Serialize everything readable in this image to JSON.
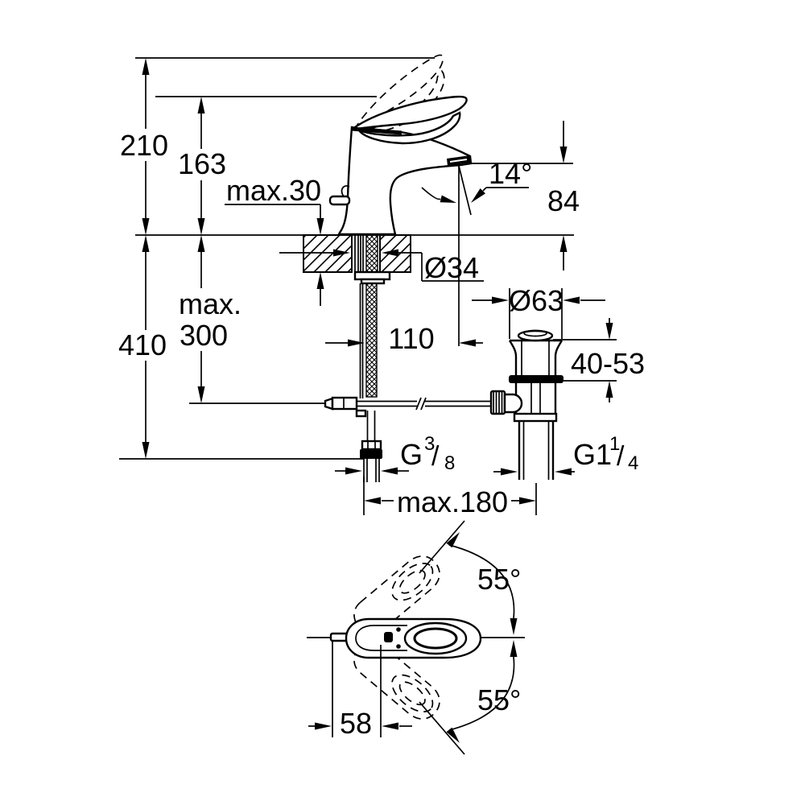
{
  "colors": {
    "ink": "#000000",
    "paper": "#ffffff"
  },
  "side_view": {
    "overall_height": "210",
    "spout_tip_height": "163",
    "max_deck_thickness": "max.30",
    "stream_angle": "14°",
    "outlet_height": "84",
    "hole_diameter": "Ø34",
    "max_hose_word": "max.",
    "max_hose_value": "300",
    "under_deck_length": "410",
    "spout_reach": "110",
    "waste_flange_diameter": "Ø63",
    "basin_thickness_range": "40-53",
    "supply_thread": {
      "base": "G",
      "numerator": "3",
      "slash": "/",
      "denominator": "8"
    },
    "waste_thread": {
      "base": "G1",
      "numerator": "1",
      "slash": "/",
      "denominator": "4"
    },
    "max_rod_reach": "max.180"
  },
  "top_view": {
    "swing_upper": "55°",
    "swing_lower": "55°",
    "handle_reach": "58"
  }
}
